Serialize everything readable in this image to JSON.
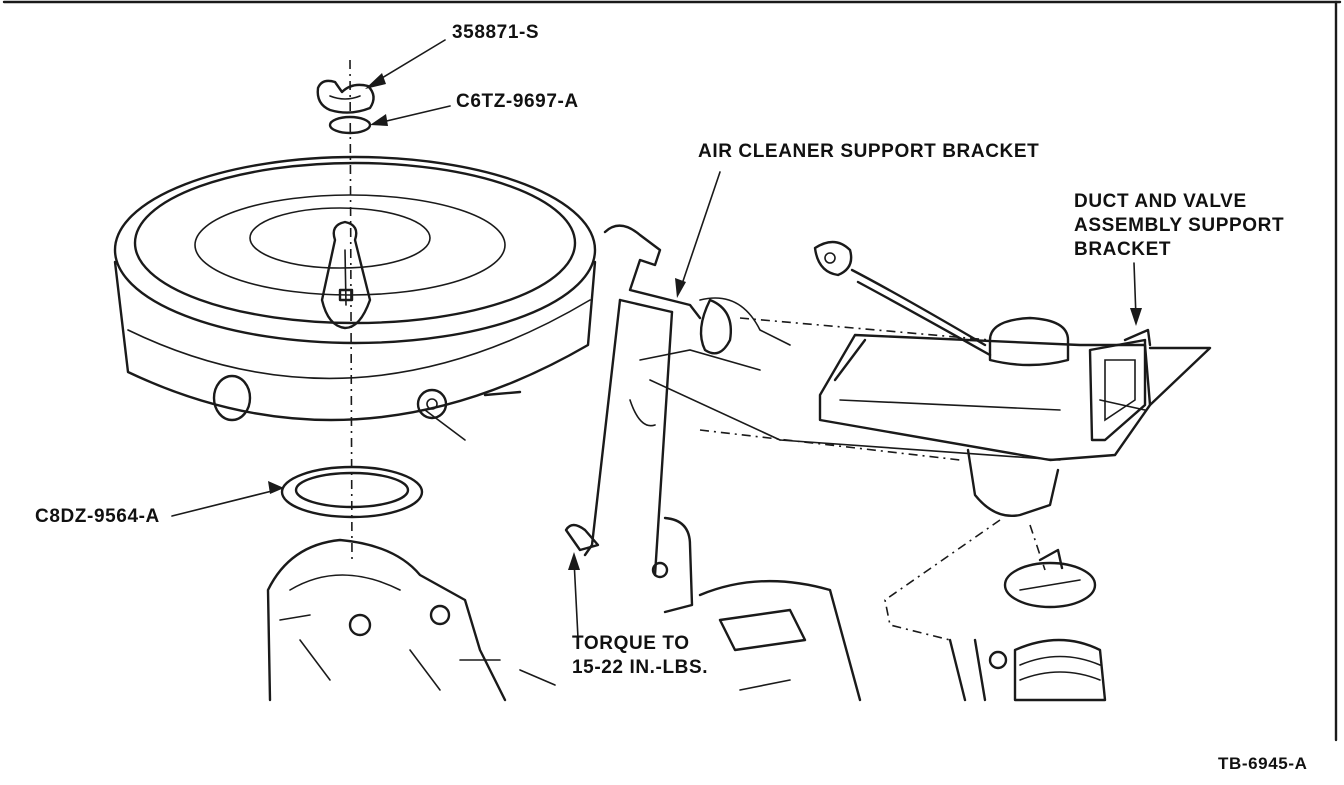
{
  "labels": {
    "wing_nut": "358871-S",
    "washer": "C6TZ-9697-A",
    "air_cleaner_bracket": "AIR CLEANER SUPPORT BRACKET",
    "duct_valve_bracket": "DUCT AND VALVE\nASSEMBLY SUPPORT\nBRACKET",
    "gasket": "C8DZ-9564-A",
    "torque": "TORQUE TO\n15-22 IN.-LBS."
  },
  "figure_id": "TB-6945-A"
}
